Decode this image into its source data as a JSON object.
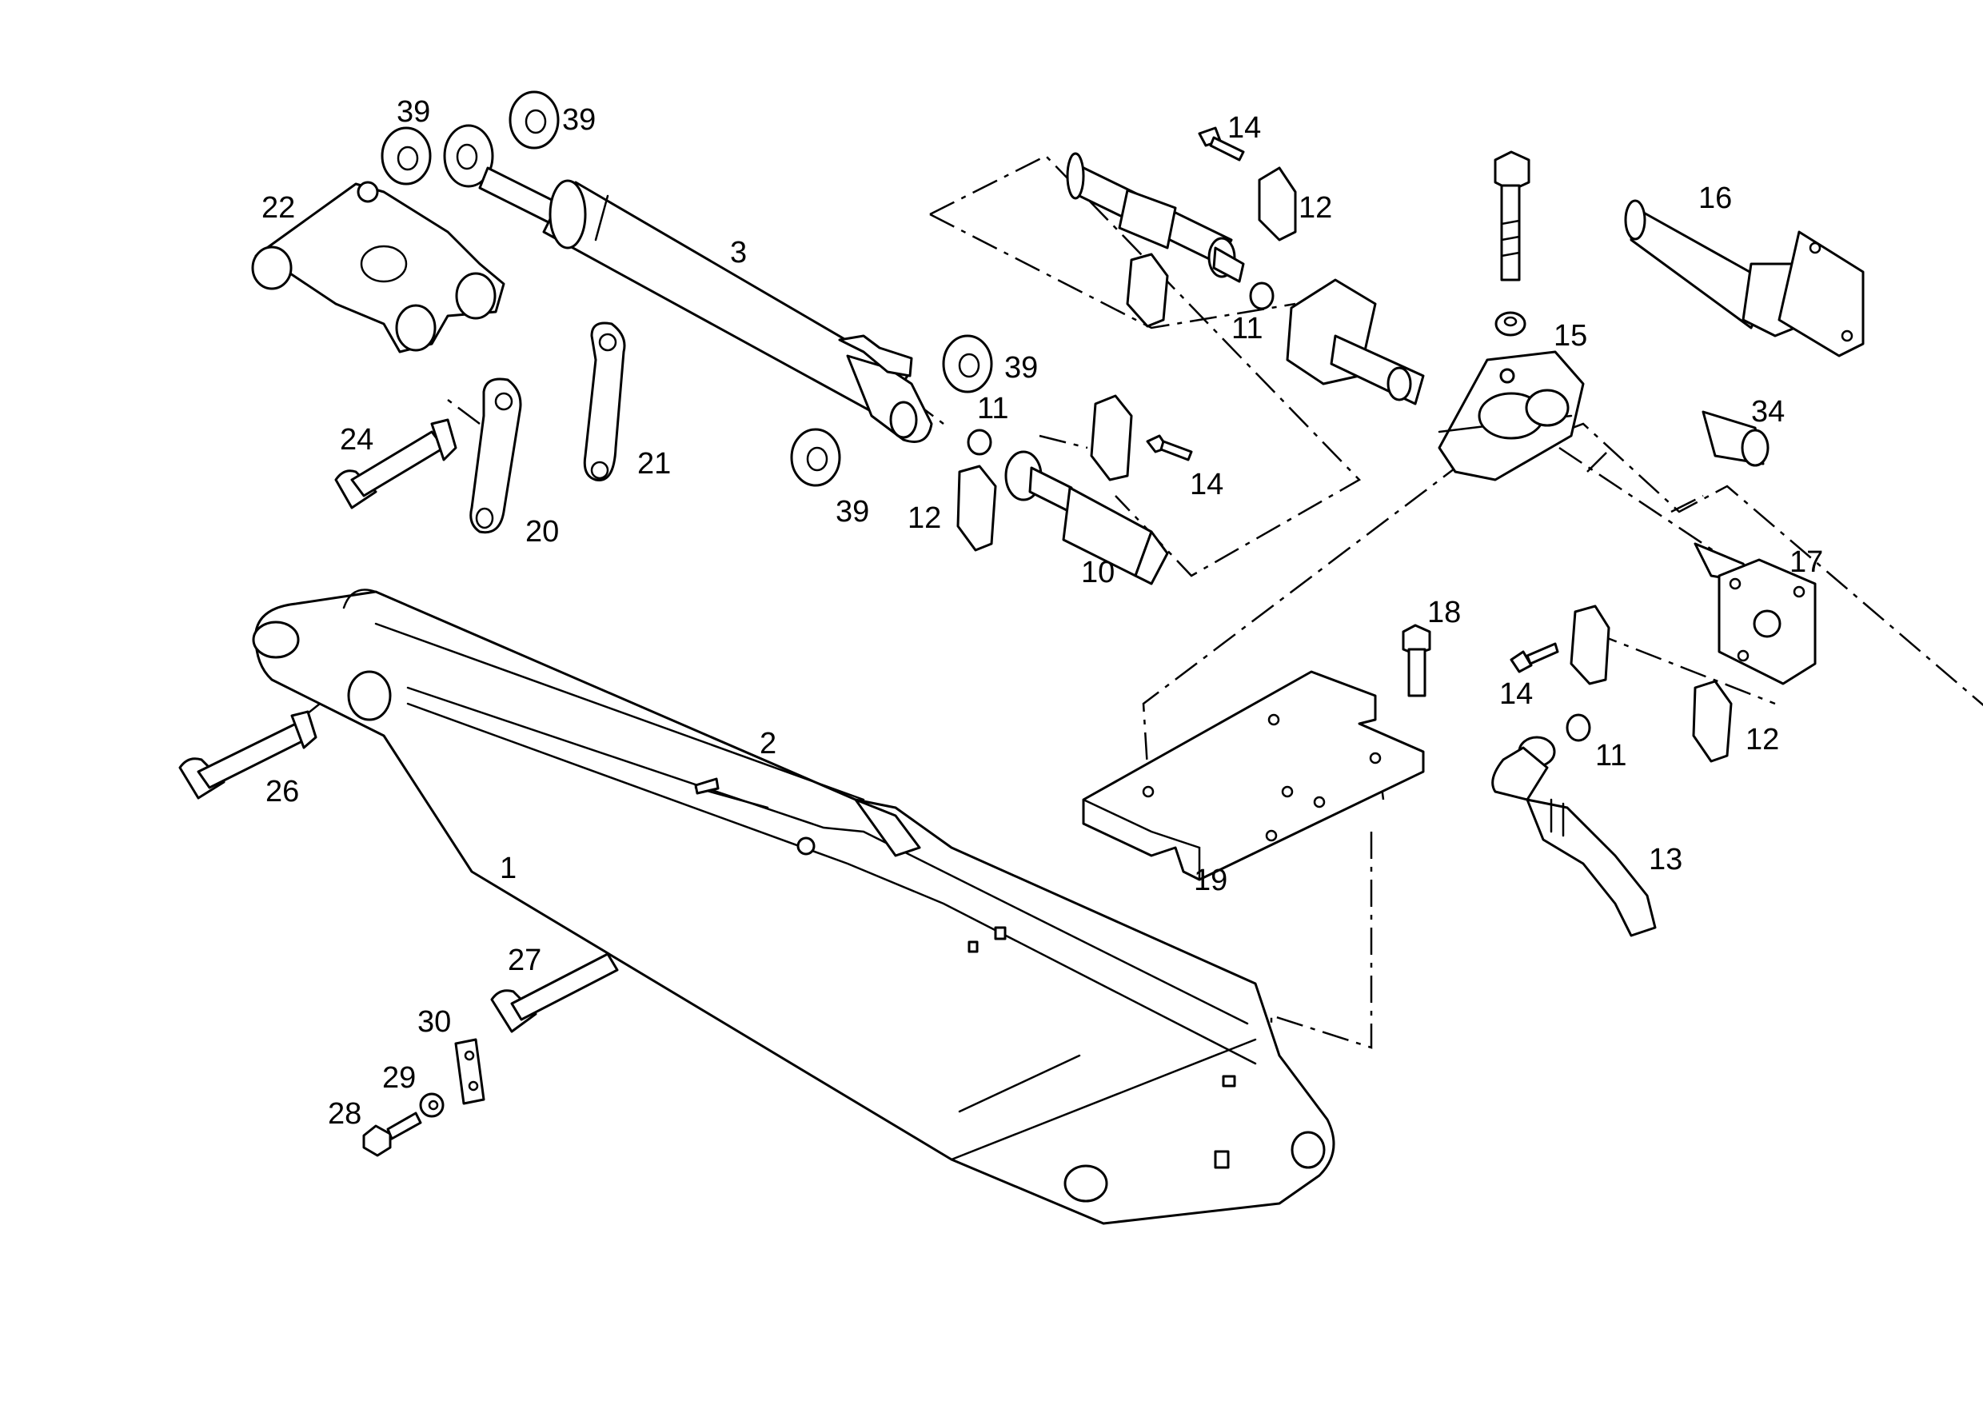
{
  "callouts": {
    "c1": "1",
    "c2": "2",
    "c3": "3",
    "c10": "10",
    "c11a": "11",
    "c11b": "11",
    "c11c": "11",
    "c12a": "12",
    "c12b": "12",
    "c12c": "12",
    "c13": "13",
    "c14a": "14",
    "c14b": "14",
    "c14c": "14",
    "c15": "15",
    "c16": "16",
    "c17": "17",
    "c18": "18",
    "c19": "19",
    "c20": "20",
    "c21": "21",
    "c22": "22",
    "c24": "24",
    "c26": "26",
    "c27": "27",
    "c28": "28",
    "c29": "29",
    "c30": "30",
    "c34": "34",
    "c39a": "39",
    "c39b": "39",
    "c39c": "39",
    "c39d": "39"
  },
  "colors": {
    "line": "#000000",
    "background": "#ffffff"
  }
}
